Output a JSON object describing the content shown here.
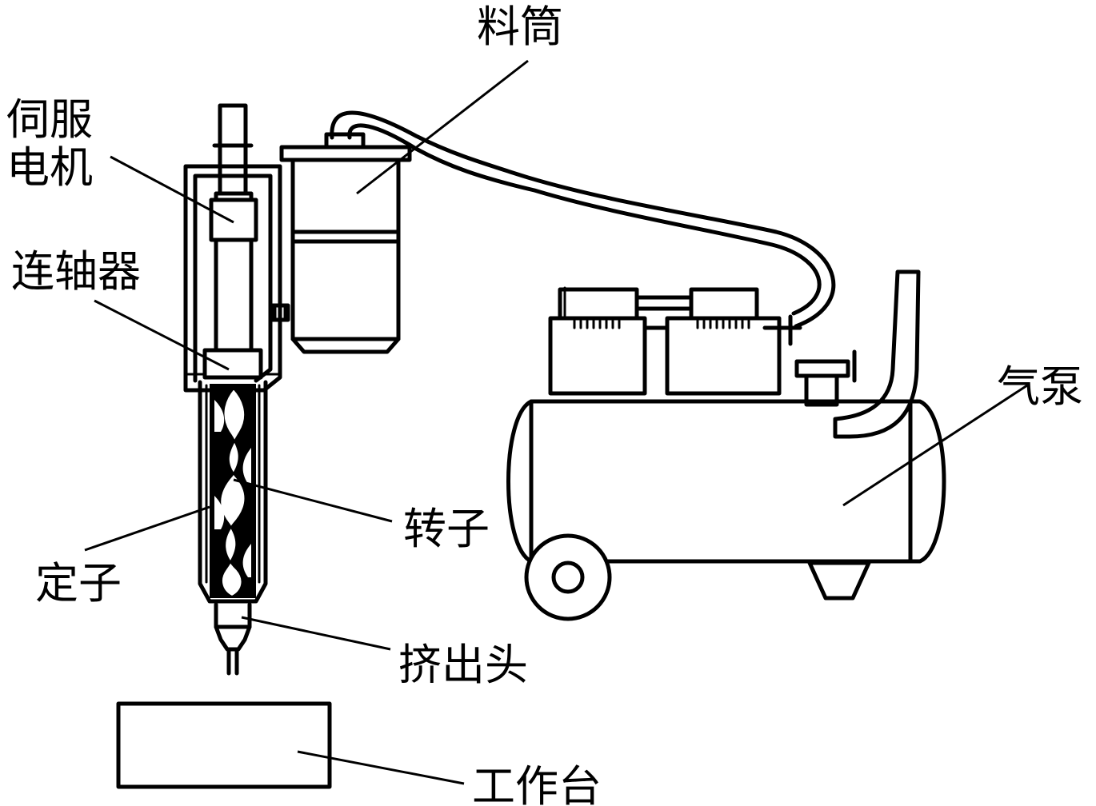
{
  "labels": {
    "barrel": "料筒",
    "servo_line1": "伺服",
    "servo_line2": "电机",
    "coupling": "连轴器",
    "rotor": "转子",
    "stator": "定子",
    "nozzle": "挤出头",
    "air_pump": "气泵",
    "worktable": "工作台"
  }
}
